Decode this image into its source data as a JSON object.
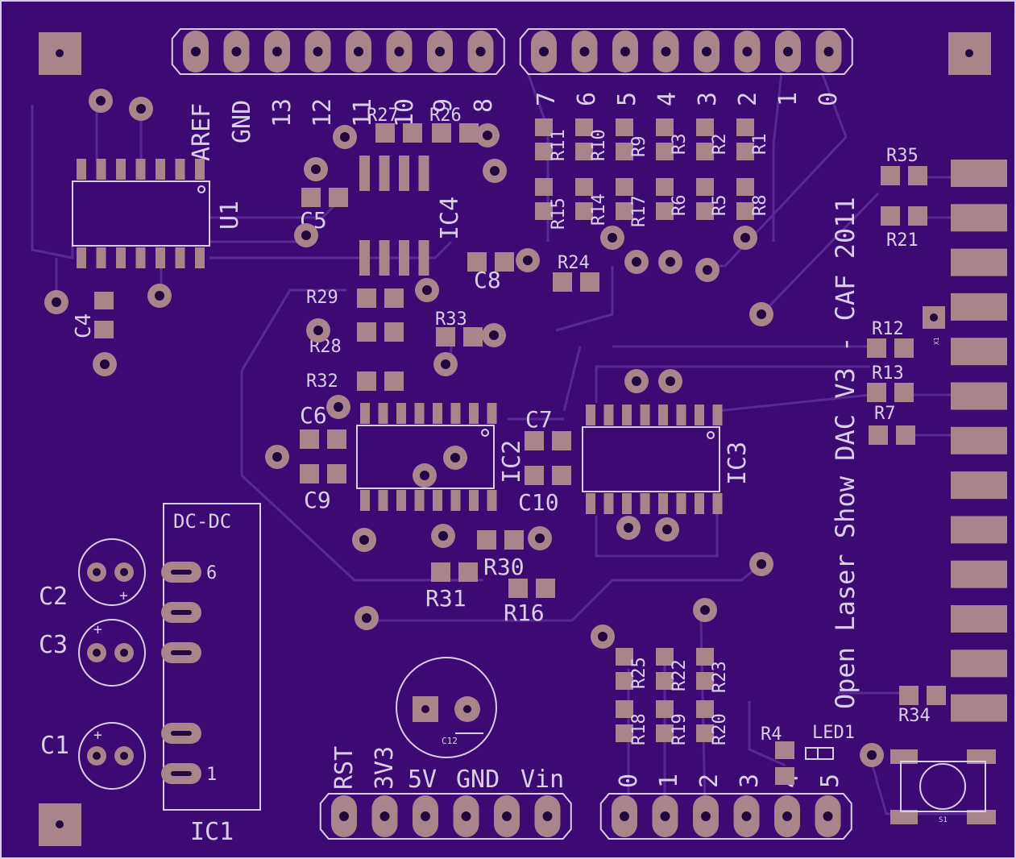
{
  "board": {
    "title": "Open Laser Show DAC V3 - CAF 2011",
    "colors": {
      "board": "#3c0a73",
      "silk": "#d8cfe6",
      "pad": "#a8848b",
      "trace": "#5a2a94"
    }
  },
  "header_top_left": {
    "pins": [
      "AREF",
      "GND",
      "13",
      "12",
      "11",
      "10",
      "9",
      "8"
    ]
  },
  "header_top_right": {
    "pins": [
      "7",
      "6",
      "5",
      "4",
      "3",
      "2",
      "1",
      "0"
    ]
  },
  "header_bottom_left": {
    "pins": [
      "RST",
      "3V3",
      "5V",
      "GND",
      "Vin"
    ]
  },
  "header_bottom_right": {
    "pins": [
      "0",
      "1",
      "2",
      "3",
      "4",
      "5"
    ]
  },
  "ics": {
    "u1": "U1",
    "ic2": "IC2",
    "ic3": "IC3",
    "ic4": "IC4",
    "ic1": "IC1",
    "dcdc": "DC-DC",
    "dcdc_pin6": "6",
    "dcdc_pin1": "1"
  },
  "components": {
    "r1": "R1",
    "r2": "R2",
    "r3": "R3",
    "r4": "R4",
    "r5": "R5",
    "r6": "R6",
    "r7": "R7",
    "r8": "R8",
    "r9": "R9",
    "r10": "R10",
    "r11": "R11",
    "r12": "R12",
    "r13": "R13",
    "r14": "R14",
    "r15": "R15",
    "r16": "R16",
    "r17": "R17",
    "r18": "R18",
    "r19": "R19",
    "r20": "R20",
    "r21": "R21",
    "r22": "R22",
    "r23": "R23",
    "r24": "R24",
    "r25": "R25",
    "r26": "R26",
    "r27": "R27",
    "r28": "R28",
    "r29": "R29",
    "r30": "R30",
    "r31": "R31",
    "r32": "R32",
    "r33": "R33",
    "r34": "R34",
    "r35": "R35",
    "c1": "C1",
    "c2": "C2",
    "c3": "C3",
    "c4": "C4",
    "c5": "C5",
    "c6": "C6",
    "c7": "C7",
    "c8": "C8",
    "c9": "C9",
    "c10": "C10",
    "c12": "C12",
    "led1": "LED1",
    "s1": "S1",
    "x1": "X1"
  }
}
